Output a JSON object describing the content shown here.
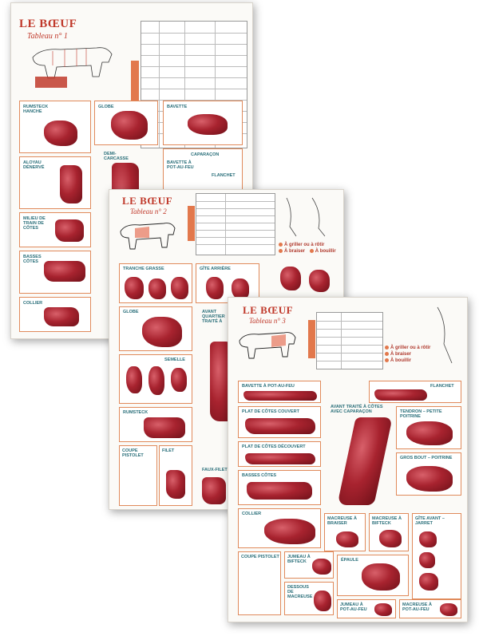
{
  "sheets": [
    {
      "title": "LE BŒUF",
      "subtitle": "Tableau n° 1",
      "labels": [
        "RUMSTECK HANCHE",
        "GLOBE",
        "BAVETTE",
        "ALOYAU DÉNERVÉ",
        "DEMI-CARCASSE",
        "CAPARAÇON",
        "MILIEU DE TRAIN DE CÔTES",
        "BAVETTE À POT-AU-FEU",
        "FLANCHET",
        "BASSES CÔTES",
        "COLLIER"
      ]
    },
    {
      "title": "LE BŒUF",
      "subtitle": "Tableau n° 2",
      "labels": [
        "TRANCHE GRASSE",
        "GÎTE ARRIÈRE",
        "GLOBE",
        "AVANT QUARTIER TRAITÉ À",
        "SEMELLE",
        "RUMSTECK",
        "COUPE PISTOLET",
        "FILET",
        "FAUX-FILET"
      ],
      "legend": [
        "À griller ou à rôtir",
        "À braiser",
        "À bouillir"
      ]
    },
    {
      "title": "LE BŒUF",
      "subtitle": "Tableau n° 3",
      "labels": [
        "BAVETTE À POT-AU-FEU",
        "FLANCHET",
        "PLAT DE CÔTES COUVERT",
        "AVANT TRAITÉ À CÔTES AVEC CAPARAÇON",
        "TENDRON – PETITE POITRINE",
        "PLAT DE CÔTES DÉCOUVERT",
        "GROS BOUT – POITRINE",
        "BASSES CÔTES",
        "COLLIER",
        "MACREUSE À BRAISER",
        "MACREUSE À BIFTECK",
        "GÎTE AVANT – JARRET",
        "COUPE PISTOLET",
        "JUMEAU À BIFTECK",
        "ÉPAULE",
        "DESSOUS DE MACREUSE",
        "JUMEAU À POT-AU-FEU",
        "MACREUSE À POT-AU-FEU"
      ],
      "legend": [
        "À griller ou à rôtir",
        "À braiser",
        "À bouillir"
      ]
    }
  ]
}
